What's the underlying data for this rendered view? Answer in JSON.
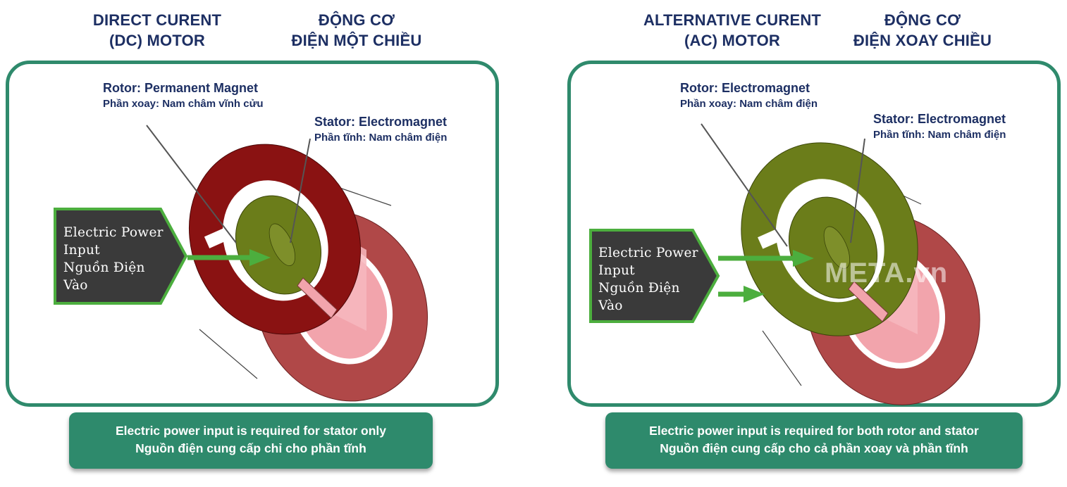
{
  "dc": {
    "title_en": [
      "DIRECT CURENT",
      "(DC) MOTOR"
    ],
    "title_vi": [
      "ĐỘNG CƠ",
      "ĐIỆN MỘT CHIỀU"
    ],
    "rotor_en": "Rotor: Permanent Magnet",
    "rotor_vi": "Phần xoay: Nam châm vĩnh cửu",
    "stator_en": "Stator: Electromagnet",
    "stator_vi": "Phần tĩnh: Nam châm điện",
    "power": [
      "Electric Power",
      "Input",
      "Nguồn Điện",
      "Vào"
    ],
    "caption": [
      "Electric power input is required for stator only",
      "Nguồn điện cung cấp chỉ cho phần tĩnh"
    ]
  },
  "ac": {
    "title_en": [
      "ALTERNATIVE CURENT",
      "(AC) MOTOR"
    ],
    "title_vi": [
      "ĐỘNG CƠ",
      "ĐIỆN XOAY CHIỀU"
    ],
    "rotor_en": "Rotor: Electromagnet",
    "rotor_vi": "Phần xoay: Nam châm điện",
    "stator_en": "Stator: Electromagnet",
    "stator_vi": "Phần tĩnh: Nam châm điện",
    "power": [
      "Electric Power",
      "Input",
      "Nguồn Điện",
      "Vào"
    ],
    "caption": [
      "Electric power input is required for both rotor and stator",
      "Nguồn điện cung cấp cho cả phần xoay và phần tĩnh"
    ]
  },
  "watermark": "META.vn",
  "colors": {
    "frame": "#2f8a6c",
    "caption_bg": "#2e8a6c",
    "heading": "#1d2f63",
    "dc_stator_ring": "#8a1212",
    "ac_ring": "#6b7d1a",
    "rotor_core": "#6b7d1a",
    "back_ring": "#b04848",
    "inner_pink": "#f2a4ac",
    "arrow": "#4cae3e",
    "power_box": "#3a3a3a"
  }
}
